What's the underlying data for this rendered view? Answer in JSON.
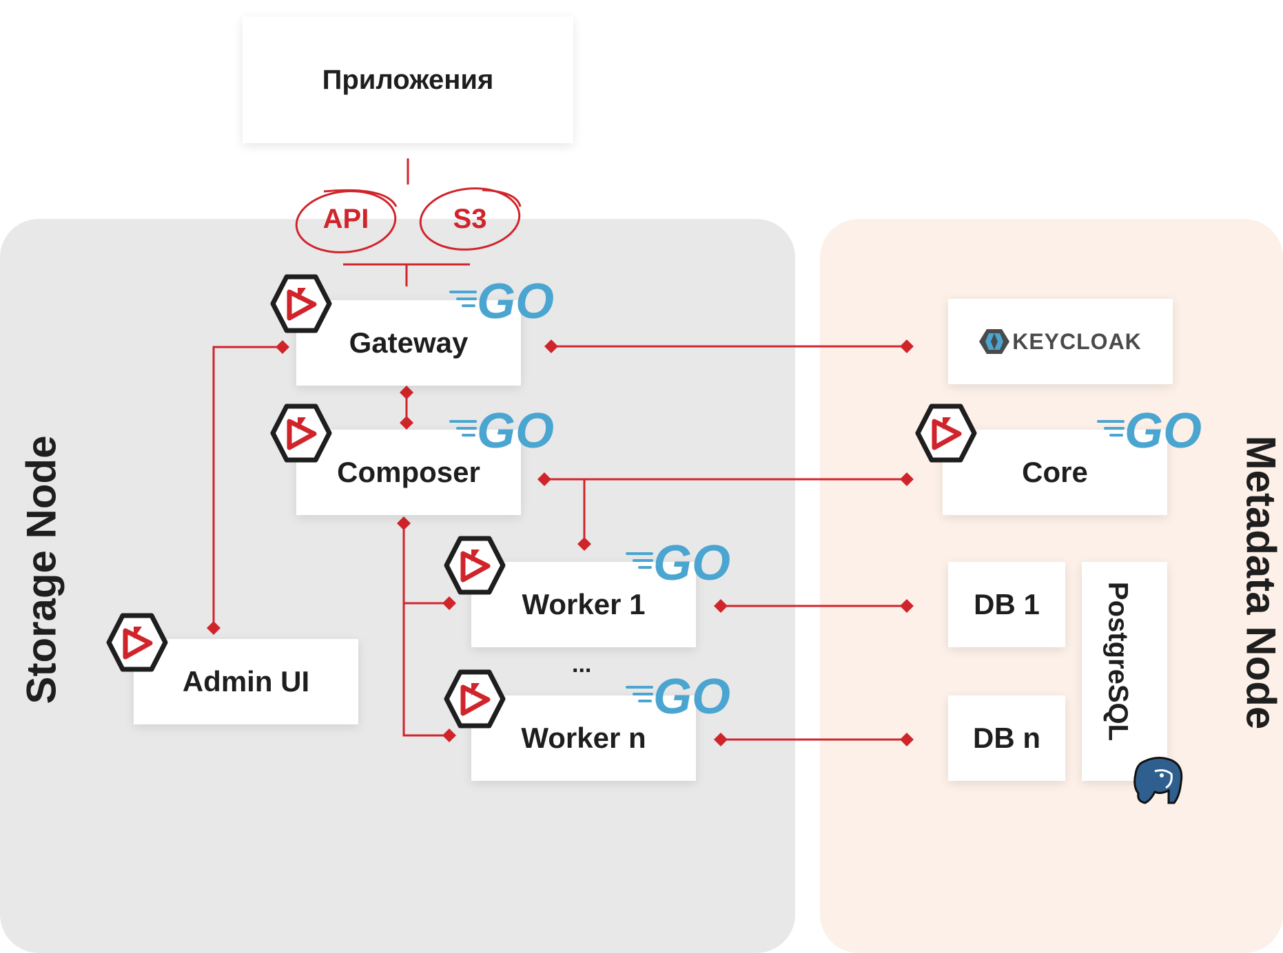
{
  "apps": "Приложения",
  "badges": {
    "api": "API",
    "s3": "S3"
  },
  "regions": {
    "storage": "Storage Node",
    "metadata": "Metadata Node"
  },
  "boxes": {
    "gateway": "Gateway",
    "composer": "Composer",
    "worker1": "Worker 1",
    "workern": "Worker n",
    "ellipsis": "...",
    "adminui": "Admin UI",
    "keycloak": "KEYCLOAK",
    "core": "Core",
    "db1": "DB 1",
    "dbn": "DB n",
    "postgres": "PostgreSQL"
  },
  "logos": {
    "go": "GO"
  },
  "colors": {
    "accent": "#d0242b",
    "go_blue": "#4aa5d0",
    "storage_bg": "#e8e8e8",
    "metadata_bg": "#fcf0e8"
  }
}
